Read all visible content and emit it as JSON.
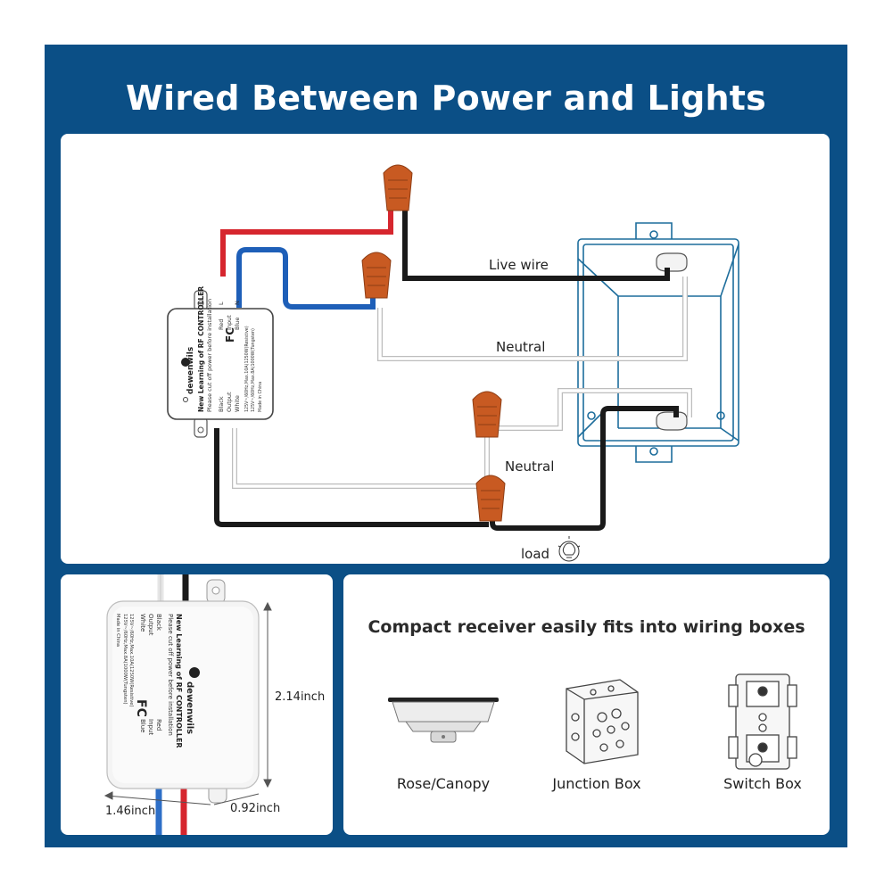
{
  "title": "Wired Between Power and Lights",
  "diagram": {
    "labels": {
      "live_wire": "Live wire",
      "neutral_top": "Neutral",
      "neutral_bottom": "Neutral",
      "load": "load"
    },
    "controller": {
      "brand": "dewenwils",
      "line1": "New Learning of RF CONTROLLER",
      "line2": "Please cut off power before installation",
      "black": "Black",
      "output": "Output",
      "white": "White",
      "red": "Red",
      "input": "Input",
      "blue": "Blue",
      "terminal_L": "L",
      "terminal_N": "N",
      "fc": "FC",
      "rating1": "125V~/60Hz,Max.10A(1250W(Resistive)",
      "rating2": "125V~/60Hz,Max.8A(1000W(Tungsten)",
      "made_in": "Made in China"
    },
    "colors": {
      "red_wire": "#d6262e",
      "blue_wire": "#1e5fb8",
      "black_wire": "#1a1a1a",
      "white_wire": "#e2e2e2",
      "wire_nut": "#c85a22",
      "outline_blue": "#1d6d9c",
      "frame_blue": "#0b4f86"
    }
  },
  "dimensions": {
    "height": "2.14inch",
    "width": "1.46inch",
    "depth": "0.92inch"
  },
  "boxes": {
    "heading": "Compact receiver easily fits into wiring boxes",
    "items": [
      {
        "label": "Rose/Canopy",
        "icon": "canopy-icon"
      },
      {
        "label": "Junction Box",
        "icon": "junction-box-icon"
      },
      {
        "label": "Switch Box",
        "icon": "switch-box-icon"
      }
    ]
  }
}
